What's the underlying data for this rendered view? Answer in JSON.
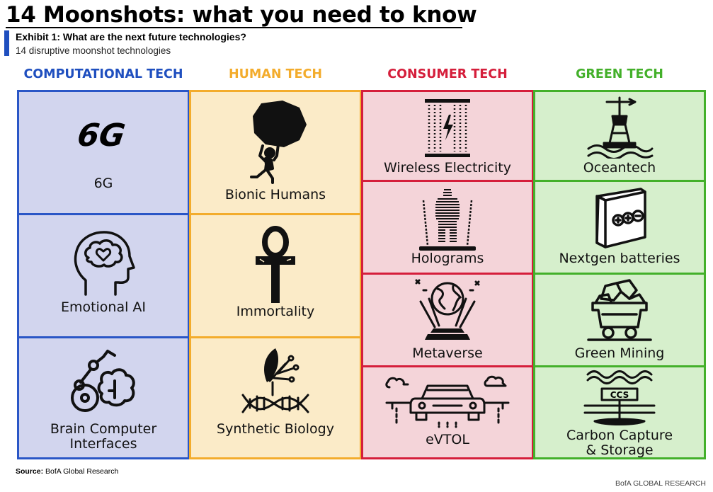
{
  "header": {
    "title": "14 Moonshots: what you need to know",
    "exhibit_title": "Exhibit 1: What are the next future technologies?",
    "exhibit_subtitle": "14 disruptive moonshot technologies"
  },
  "columns": [
    {
      "heading": "COMPUTATIONAL TECH",
      "color": "#1f4fbf",
      "cells": [
        {
          "label": "6G",
          "icon": "6g-logo-icon",
          "logo_text": "6G"
        },
        {
          "label": "Emotional AI",
          "icon": "brain-heart-head-icon"
        },
        {
          "label": "Brain Computer\nInterfaces",
          "icon": "robot-arm-brain-icon"
        }
      ]
    },
    {
      "heading": "HUMAN TECH",
      "color": "#f3ac2c",
      "cells": [
        {
          "label": "Bionic Humans",
          "icon": "man-carrying-boulder-icon"
        },
        {
          "label": "Immortality",
          "icon": "ankh-icon"
        },
        {
          "label": "Synthetic Biology",
          "icon": "leaf-dna-icon"
        }
      ]
    },
    {
      "heading": "CONSUMER TECH",
      "color": "#d51e3b",
      "cells": [
        {
          "label": "Wireless Electricity",
          "icon": "coil-lightning-icon"
        },
        {
          "label": "Holograms",
          "icon": "hologram-person-icon"
        },
        {
          "label": "Metaverse",
          "icon": "globe-projection-icon"
        },
        {
          "label": "eVTOL",
          "icon": "flying-car-icon"
        }
      ]
    },
    {
      "heading": "GREEN TECH",
      "color": "#43b02a",
      "cells": [
        {
          "label": "Oceantech",
          "icon": "buoy-waves-icon"
        },
        {
          "label": "Nextgen batteries",
          "icon": "battery-cell-icon"
        },
        {
          "label": "Green Mining",
          "icon": "mine-cart-icon"
        },
        {
          "label": "Carbon Capture\n& Storage",
          "icon": "ccs-storage-icon",
          "badge": "CCS"
        }
      ]
    }
  ],
  "footer": {
    "source_label": "Source:",
    "source_text": "BofA Global Research",
    "brand": "BofA GLOBAL RESEARCH"
  }
}
